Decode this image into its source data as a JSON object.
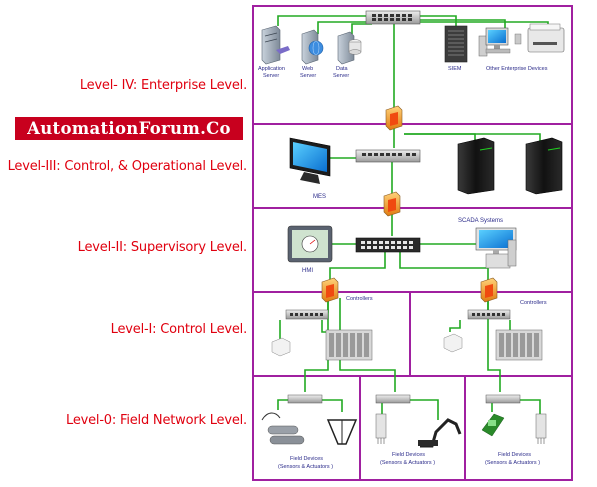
{
  "brand": "AutomationForum.Co",
  "levels": [
    {
      "label": "Level- IV:  Enterprise Level."
    },
    {
      "label": "Level-III: Control, & Operational Level."
    },
    {
      "label": "Level-II: Supervisory Level."
    },
    {
      "label": "Level-I: Control Level."
    },
    {
      "label": "Level-0: Field Network Level."
    }
  ],
  "enterprise": {
    "app_server": [
      "Application",
      "Server"
    ],
    "web_server": [
      "Web",
      "Server"
    ],
    "data_server": [
      "Data",
      "Server"
    ],
    "siem": "SIEM",
    "other": "Other Enterprise Devices"
  },
  "operations": {
    "mes": "MES"
  },
  "supervisory": {
    "hmi": "HMI",
    "scada": "SCADA Systems"
  },
  "control": {
    "left": "Controllers",
    "right": "Controllers"
  },
  "field": [
    {
      "line1": "Field Devices",
      "line2": "(Sensors & Actuators )"
    },
    {
      "line1": "Field Devices",
      "line2": "(Sensors & Actuators )"
    },
    {
      "line1": "Field Devices",
      "line2": "(Sensors & Actuators )"
    }
  ],
  "colors": {
    "frame": "#a020a0",
    "link": "#22aa22",
    "label": "#e0000f",
    "brand_bg": "#c8001e"
  }
}
